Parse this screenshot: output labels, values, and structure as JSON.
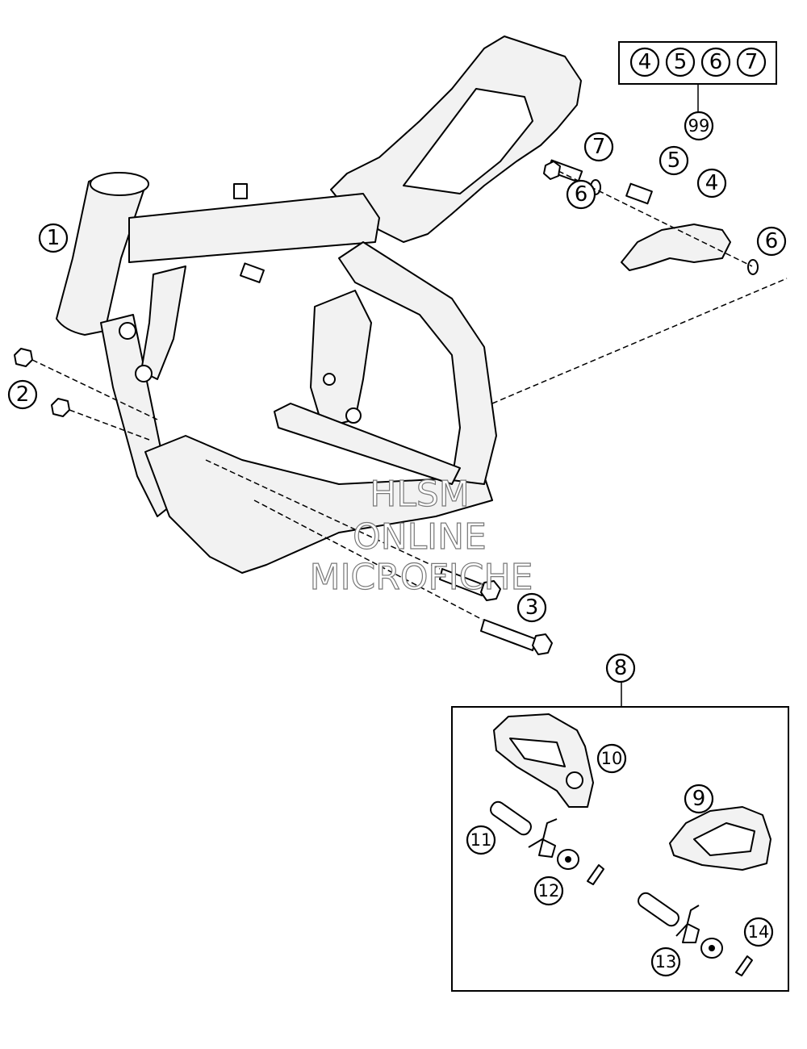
{
  "callouts": {
    "c1": "1",
    "c2": "2",
    "c3": "3",
    "c4": "4",
    "c4b": "4",
    "c5": "5",
    "c5b": "5",
    "c6": "6",
    "c6b": "6",
    "c6c": "6",
    "c7": "7",
    "c7b": "7",
    "c8": "8",
    "c9": "9",
    "c10": "10",
    "c11": "11",
    "c12": "12",
    "c13": "13",
    "c14": "14",
    "c99": "99"
  },
  "watermark": {
    "line1": "HLSM",
    "line2": "ONLINE",
    "line3": "MICROFICHE"
  }
}
